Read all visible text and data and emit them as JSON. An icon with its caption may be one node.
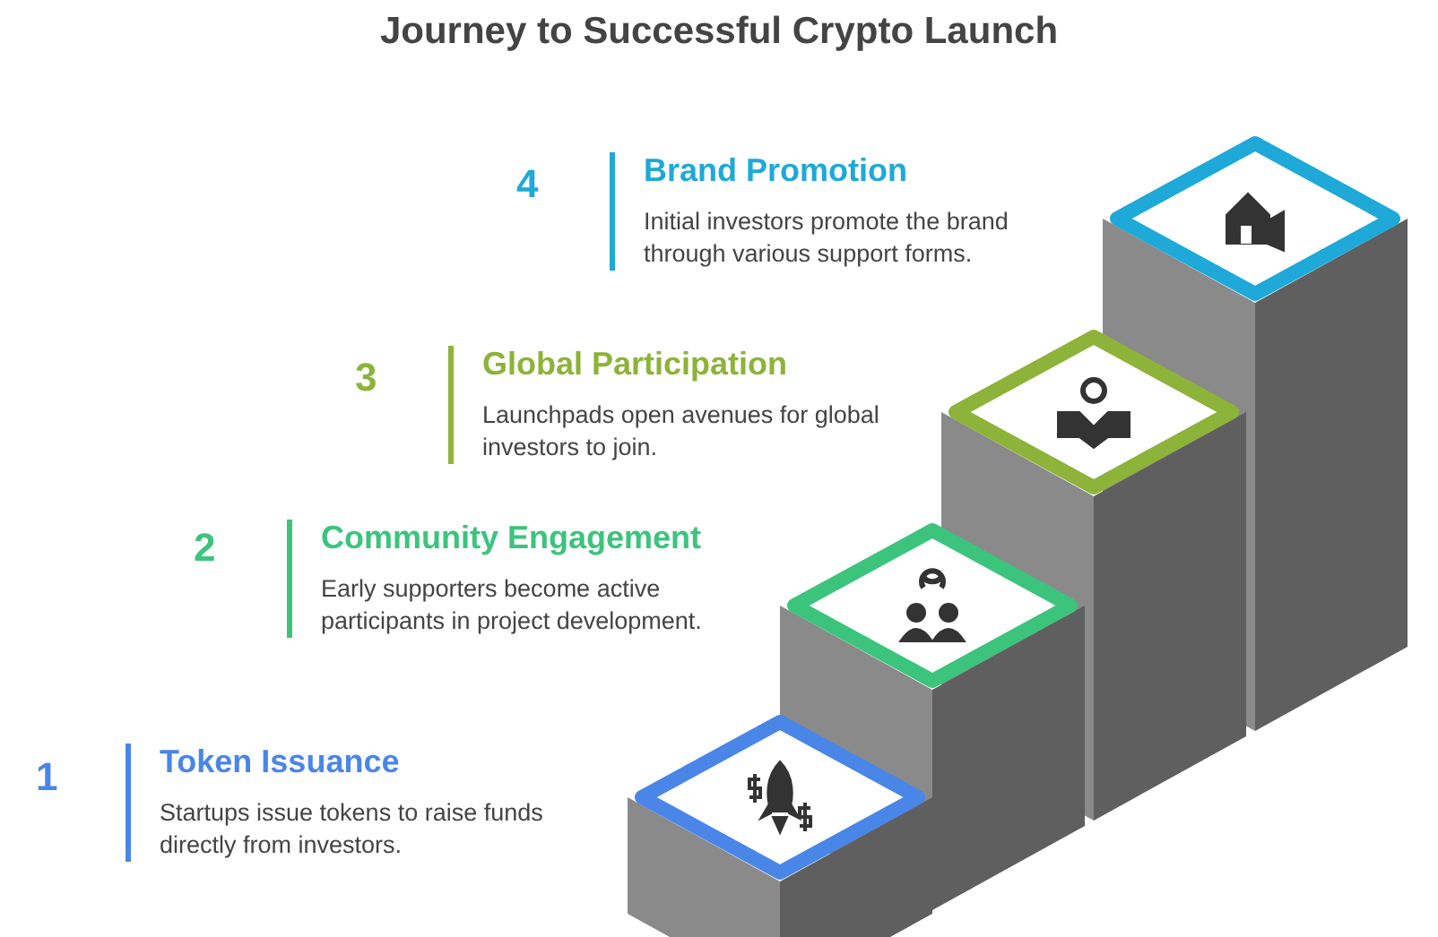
{
  "diagram": {
    "title": "Journey to Successful Crypto Launch",
    "nodes": [
      {
        "text": [
          "Brand Promotion",
          "Initial investors promote the brand through various support forms."
        ],
        "beside": [
          "4"
        ]
      },
      {
        "text": [
          "Global Participation",
          "Launchpads open avenues for global investors to join."
        ],
        "beside": [
          "3"
        ]
      },
      {
        "text": [
          "Community Engagement",
          "Early supporters become active participants in project development."
        ],
        "beside": [
          "2"
        ]
      },
      {
        "text": [
          "Token Issuance",
          "Startups issue tokens to raise funds directly from investors."
        ],
        "beside": [
          "1"
        ]
      },
      {
        "text": [],
        "shape": "diamond"
      },
      {
        "text": [],
        "shape": "diamond"
      },
      {
        "text": [],
        "shape": "diamond"
      },
      {
        "text": [],
        "shape": "diamond"
      }
    ],
    "edges": []
  }
}
